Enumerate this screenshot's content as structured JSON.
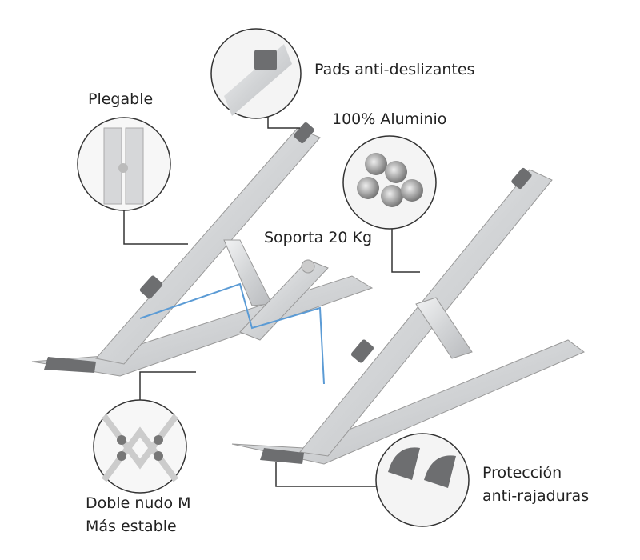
{
  "labels": {
    "pads": "Pads anti-deslizantes",
    "foldable": "Plegable",
    "aluminum": "100% Aluminio",
    "capacity": "Soporta 20 Kg",
    "double_knot_line1": "Doble nudo M",
    "double_knot_line2": "Más estable",
    "protection_line1": "Protección",
    "protection_line2": "anti-rajaduras"
  },
  "colors": {
    "aluminum": "#d9dadc",
    "pad": "#6d6e70",
    "hinge_highlight": "#5b9bd5",
    "callout_line": "#333333"
  }
}
